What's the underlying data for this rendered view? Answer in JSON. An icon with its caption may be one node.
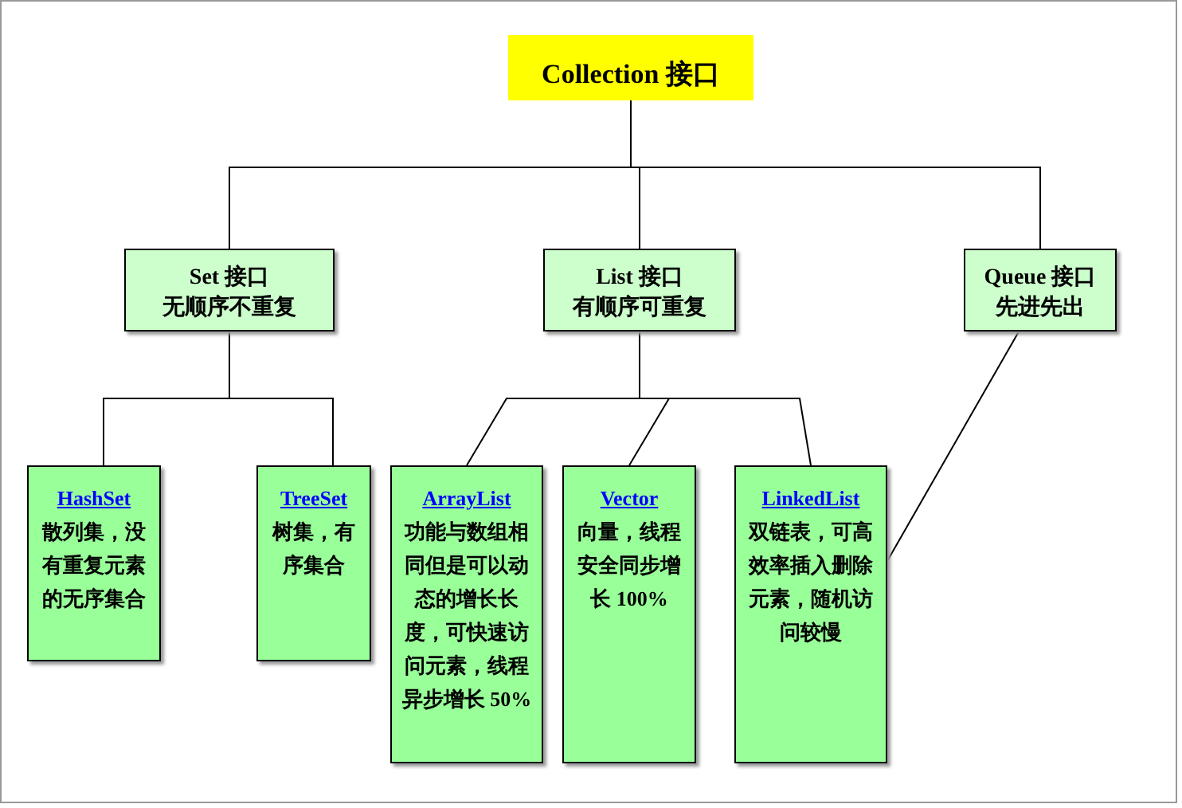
{
  "diagram": {
    "nodes": [
      {
        "text": [
          "Collection 接口"
        ]
      },
      {
        "text": [
          "Set 接口",
          "无顺序不重复"
        ]
      },
      {
        "text": [
          "List 接口",
          "有顺序可重复"
        ]
      },
      {
        "text": [
          "Queue 接口",
          "先进先出"
        ]
      },
      {
        "text": [
          "HashSet",
          "散列集，没有重复元素的无序集合"
        ]
      },
      {
        "text": [
          "TreeSet",
          "树集，有序集合"
        ]
      },
      {
        "text": [
          "ArrayList",
          "功能与数组相同但是可以动态的增长长度，可快速访问元素，线程异步增长 50%"
        ]
      },
      {
        "text": [
          "Vector",
          "向量，线程安全同步增长 100%"
        ]
      },
      {
        "text": [
          "LinkedList",
          "双链表，可高效率插入删除元素，随机访问较慢"
        ]
      }
    ],
    "edges": [
      {
        "from": 0,
        "to": 1,
        "arrow": "none"
      },
      {
        "from": 0,
        "to": 2,
        "arrow": "none"
      },
      {
        "from": 0,
        "to": 3,
        "arrow": "none"
      },
      {
        "from": 1,
        "to": 4,
        "arrow": "none"
      },
      {
        "from": 1,
        "to": 5,
        "arrow": "none"
      },
      {
        "from": 2,
        "to": 6,
        "arrow": "none"
      },
      {
        "from": 2,
        "to": 7,
        "arrow": "none"
      },
      {
        "from": 2,
        "to": 8,
        "arrow": "none"
      },
      {
        "from": 3,
        "to": 8,
        "arrow": "none"
      }
    ]
  }
}
